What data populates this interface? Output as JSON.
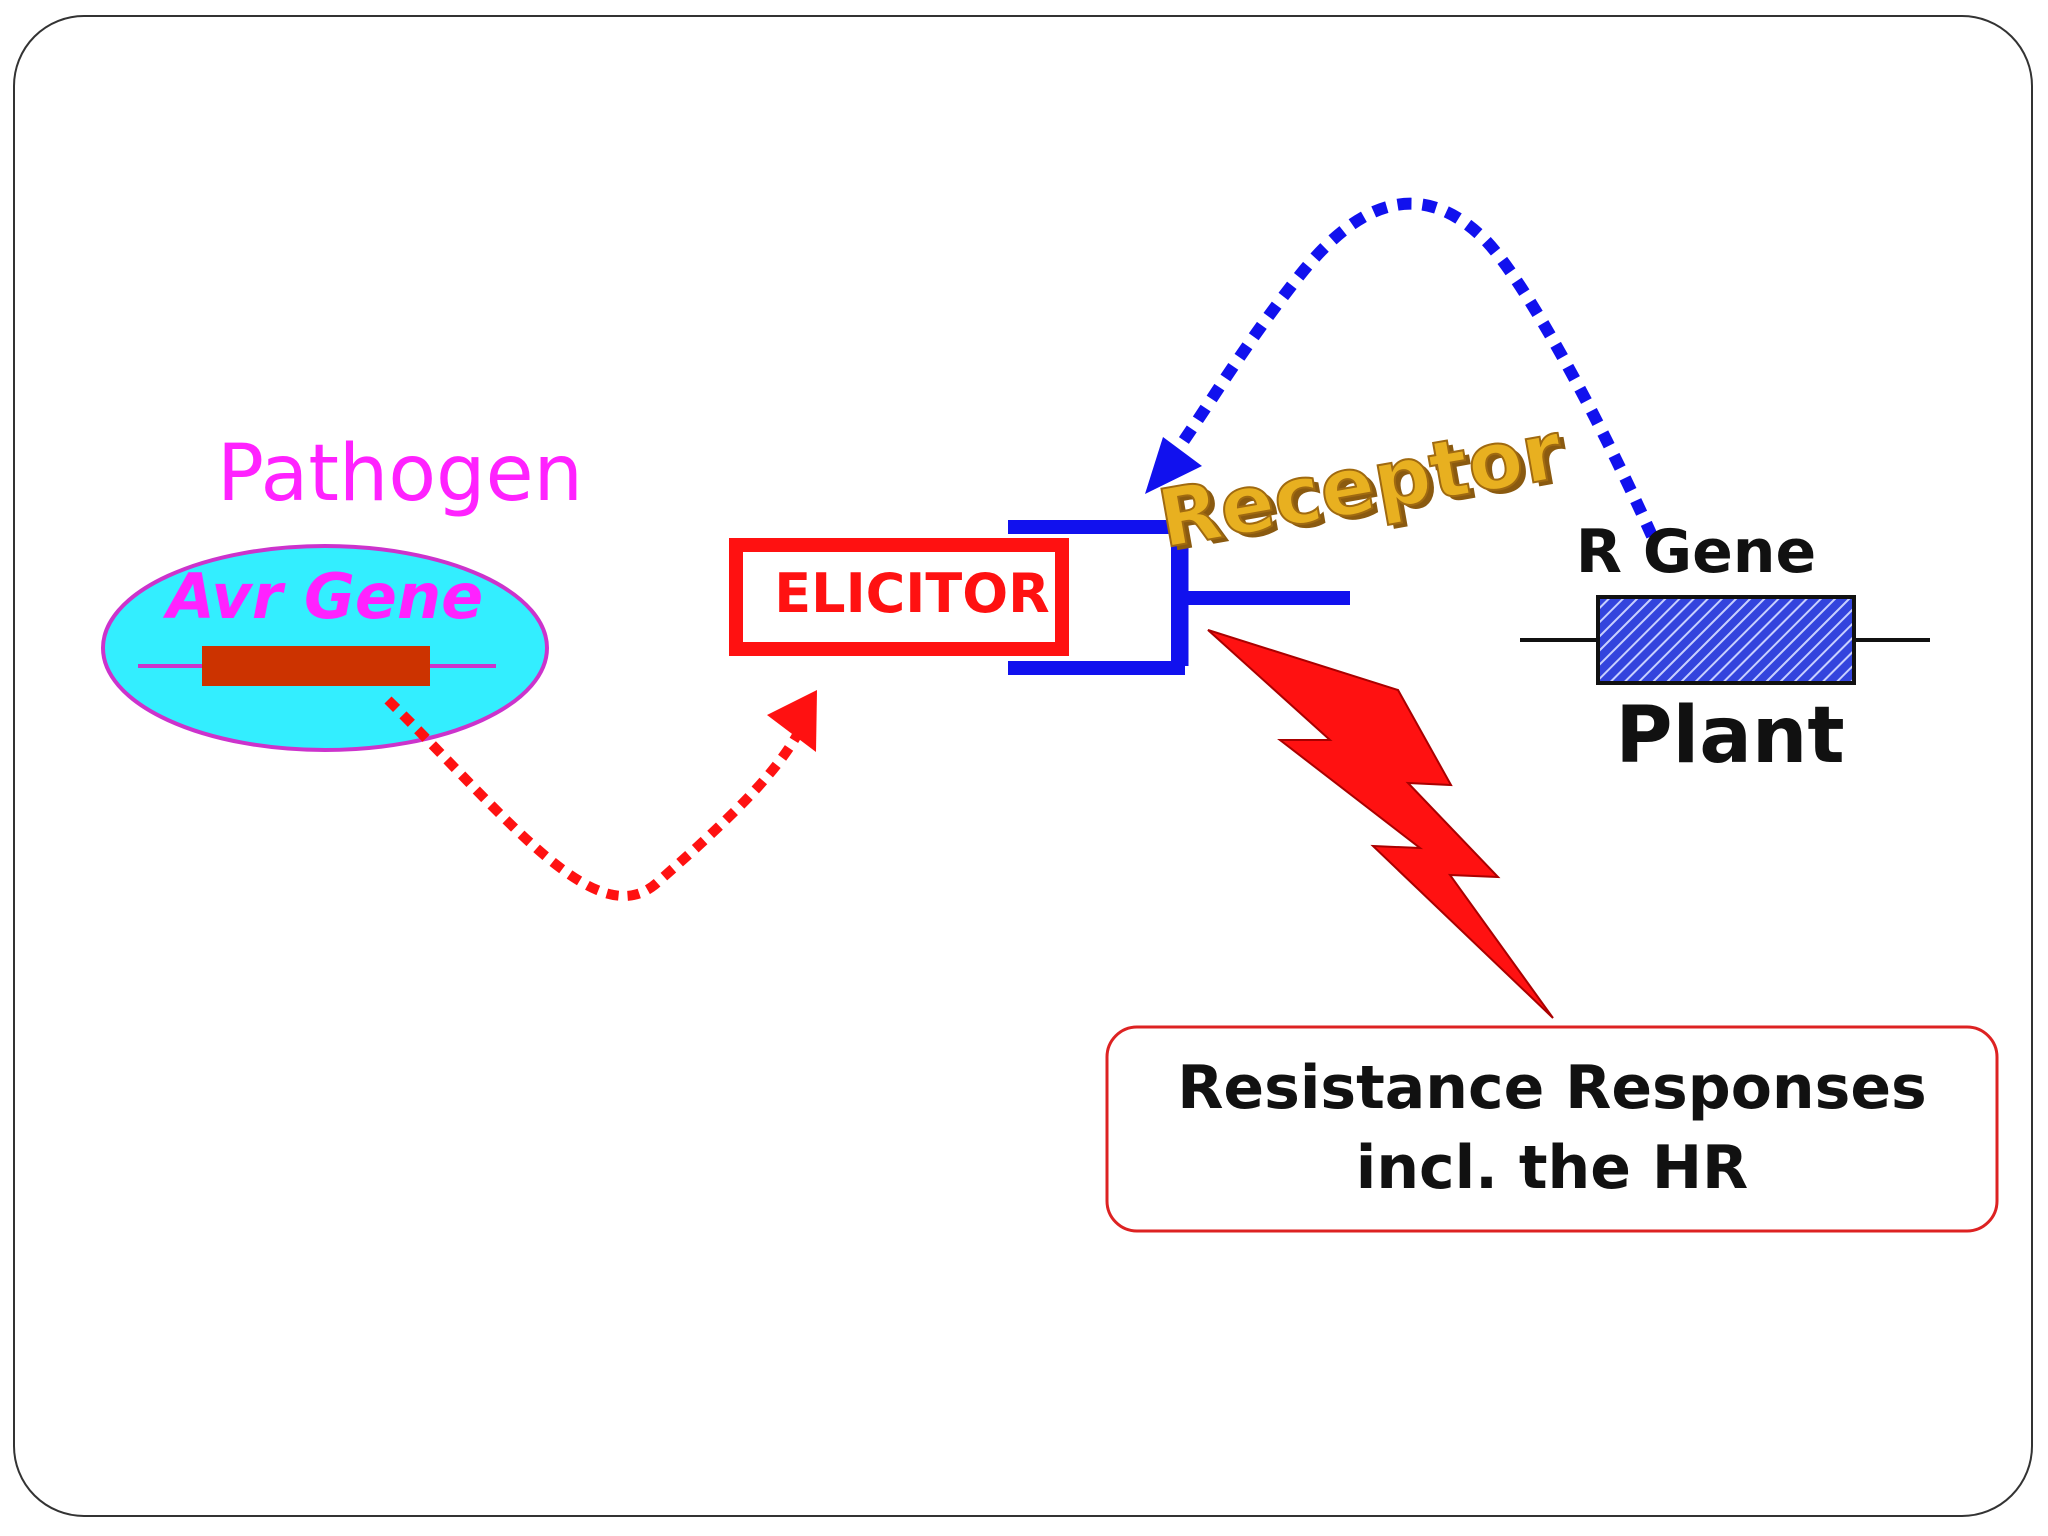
{
  "pathogen": {
    "label": "Pathogen",
    "gene_label": "Avr Gene"
  },
  "elicitor": {
    "label": "ELICITOR"
  },
  "receptor": {
    "label": "Receptor"
  },
  "plant": {
    "gene_label": "R Gene",
    "label": "Plant"
  },
  "response": {
    "line1": "Resistance Responses",
    "line2": "incl. the HR"
  },
  "colors": {
    "pathogen_text": "#ff22ff",
    "ellipse_fill": "#33eeff",
    "ellipse_stroke": "#cc33cc",
    "avr_bar": "#cc3300",
    "elicitor_red": "#ff1111",
    "receptor_blue": "#1111ee",
    "receptor_word": "#e8b020",
    "r_gene_fill": "#3344dd",
    "text_dark": "#111111",
    "response_border": "#dd2222"
  }
}
